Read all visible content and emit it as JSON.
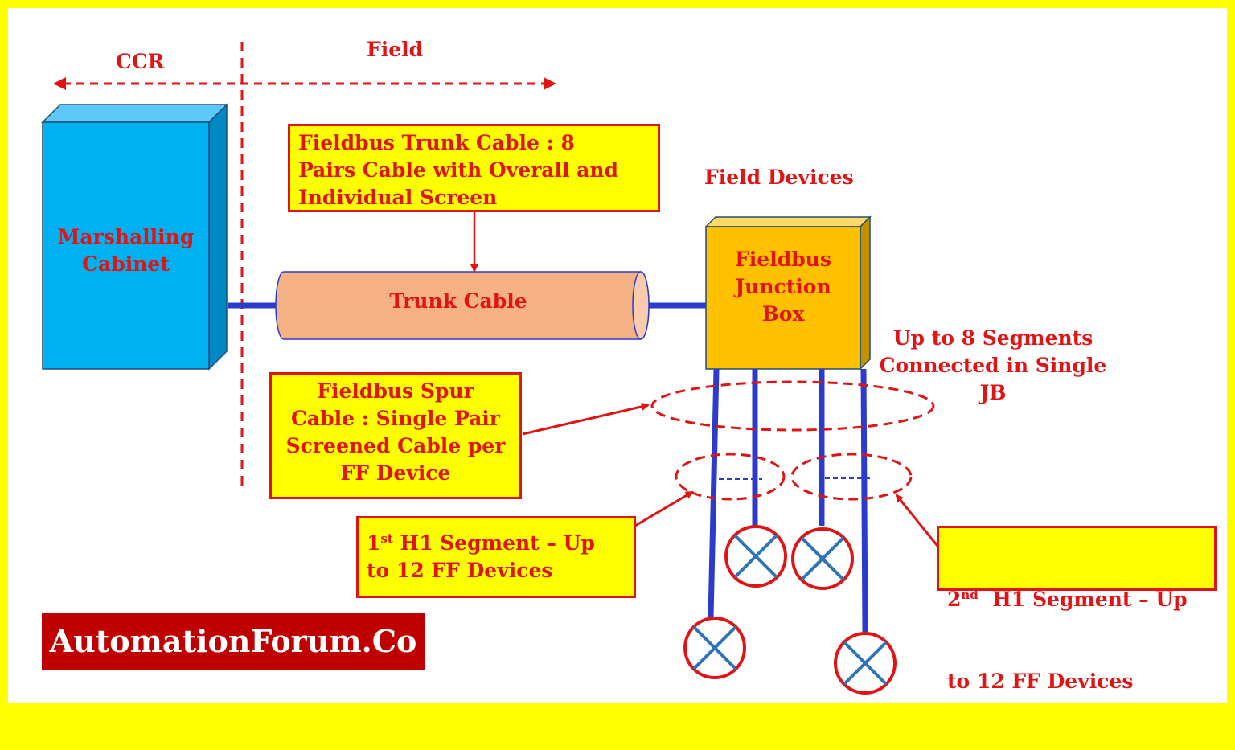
{
  "zones": {
    "ccr": "CCR",
    "field": "Field"
  },
  "labels": {
    "marshalling_cabinet": [
      "Marshalling",
      "Cabinet"
    ],
    "trunk_cable": "Trunk Cable",
    "field_devices": "Field Devices",
    "junction_box": [
      "Fieldbus",
      "Junction",
      "Box"
    ],
    "segments_note": [
      "Up to 8 Segments",
      "Connected in Single",
      "JB"
    ]
  },
  "callouts": {
    "trunk_cable_spec": [
      "Fieldbus Trunk Cable : 8",
      "Pairs Cable with Overall and",
      "Individual Screen"
    ],
    "spur_cable_spec": [
      "Fieldbus Spur",
      "Cable : Single Pair",
      "Screened Cable per",
      "FF Device"
    ],
    "segment_1": {
      "ordinal": "1",
      "suffix": "st",
      "line1_rest": " H1 Segment – Up",
      "line2": "to 12 FF Devices"
    },
    "segment_2": {
      "ordinal": "2",
      "suffix": "nd",
      "line1_rest": "  H1 Segment – Up",
      "line2": "to 12 FF Devices"
    }
  },
  "brand": "AutomationForum.Co",
  "colors": {
    "frame": "#ffff00",
    "label_red": "#e01414",
    "cabinet_blue": "#00b0f0",
    "cable_peach": "#f4b183",
    "junction_orange": "#ffc000",
    "wire_blue": "#2b3bcc",
    "device_cross": "#2e75b6",
    "brand_bg": "#c00000"
  }
}
